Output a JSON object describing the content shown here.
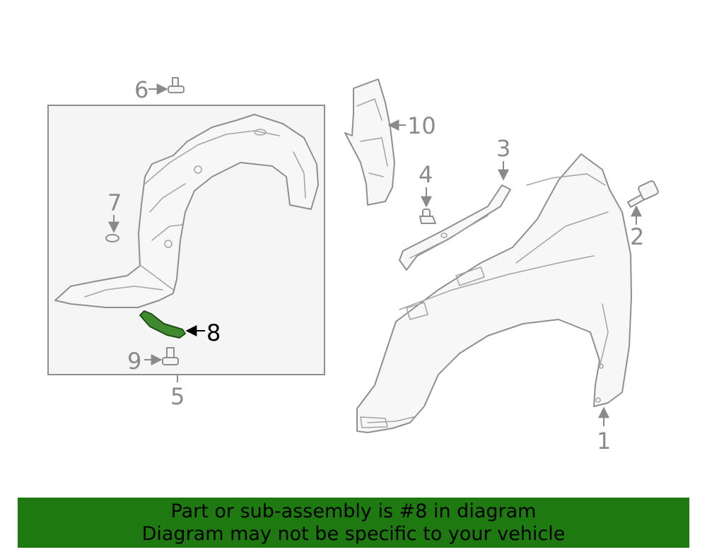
{
  "diagram": {
    "callouts": {
      "c1": "1",
      "c2": "2",
      "c3": "3",
      "c4": "4",
      "c5": "5",
      "c6": "6",
      "c7": "7",
      "c8": "8",
      "c9": "9",
      "c10": "10"
    },
    "highlighted_part": "8",
    "colors": {
      "highlight_part": "#3f8a2e",
      "line_art": "#8f8f8f",
      "panel_background": "#f5f5f5"
    }
  },
  "banner": {
    "line1": "Part or sub-assembly is #8 in diagram",
    "line2": "Diagram may not be specific to your vehicle",
    "background": "#1e7a10"
  }
}
